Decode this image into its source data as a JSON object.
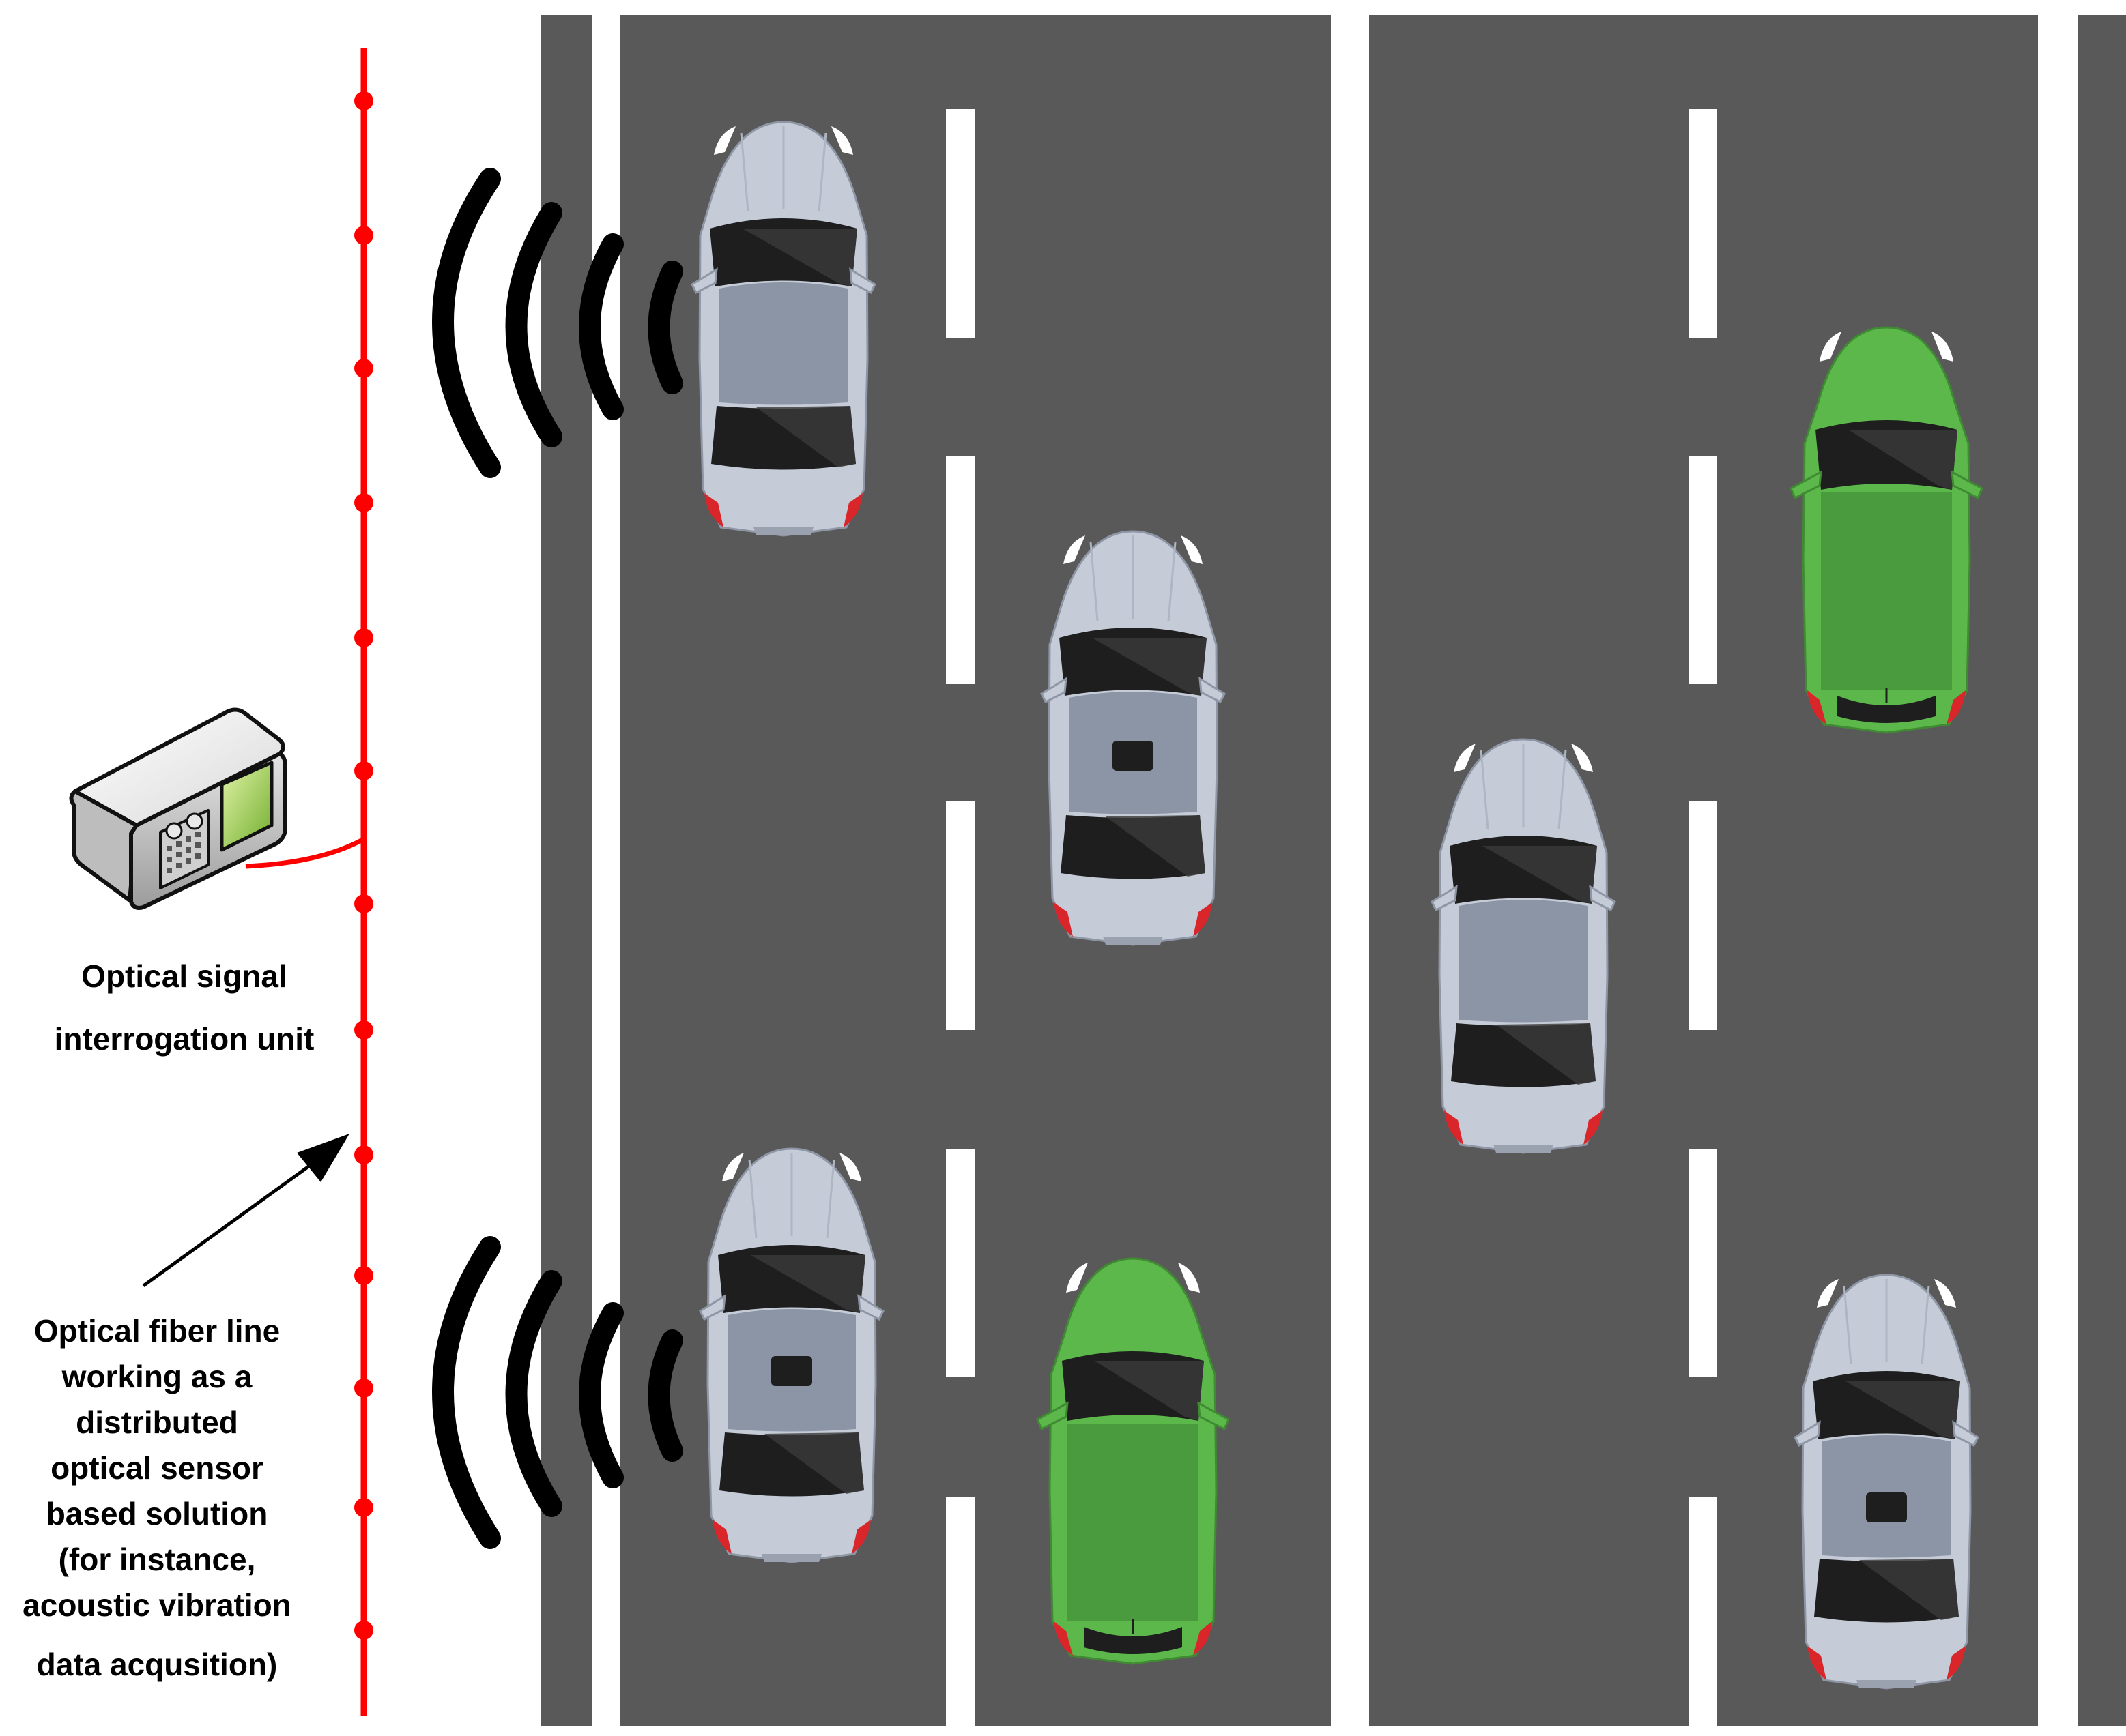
{
  "labels": {
    "interrogation_unit": [
      "Optical signal",
      "interrogation unit"
    ],
    "fiber_line": [
      "Optical fiber line",
      "working as a",
      "distributed",
      "optical sensor",
      "based solution",
      "(for instance,",
      "acoustic vibration",
      "data acqusition)"
    ]
  },
  "colors": {
    "road": "#595959",
    "lane_marking": "#ffffff",
    "fiber": "#ff0000",
    "car_silver": "#c5ccd8",
    "car_green": "#5cb84a",
    "signal_waves": "#000000",
    "unit_screen": "#9ccc55"
  },
  "icons": [
    "signal-wave-icon",
    "interrogation-unit-icon",
    "car-icon",
    "arrow-icon"
  ]
}
